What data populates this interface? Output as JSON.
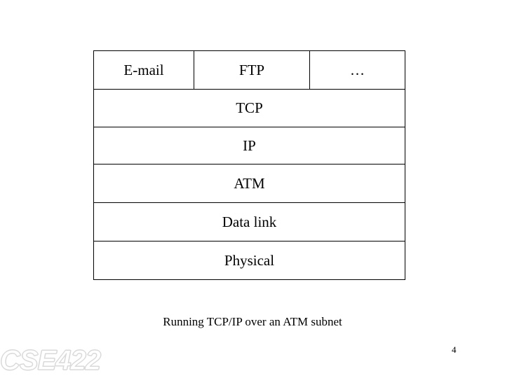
{
  "slide": {
    "caption": "Running TCP/IP over an ATM subnet",
    "number": "4",
    "logo": "CSE422",
    "colors": {
      "background": "#ffffff",
      "line": "#000000",
      "text": "#000000",
      "logo": "#d9d9d9"
    }
  },
  "diagram": {
    "type": "protocol-stack",
    "rows": [
      {
        "kind": "split",
        "cells": [
          {
            "label": "E-mail"
          },
          {
            "label": "FTP"
          },
          {
            "label": "…"
          }
        ]
      },
      {
        "kind": "full",
        "label": "TCP"
      },
      {
        "kind": "full",
        "label": "IP"
      },
      {
        "kind": "full",
        "label": "ATM"
      },
      {
        "kind": "full",
        "label": "Data link"
      },
      {
        "kind": "full",
        "label": "Physical"
      }
    ]
  }
}
